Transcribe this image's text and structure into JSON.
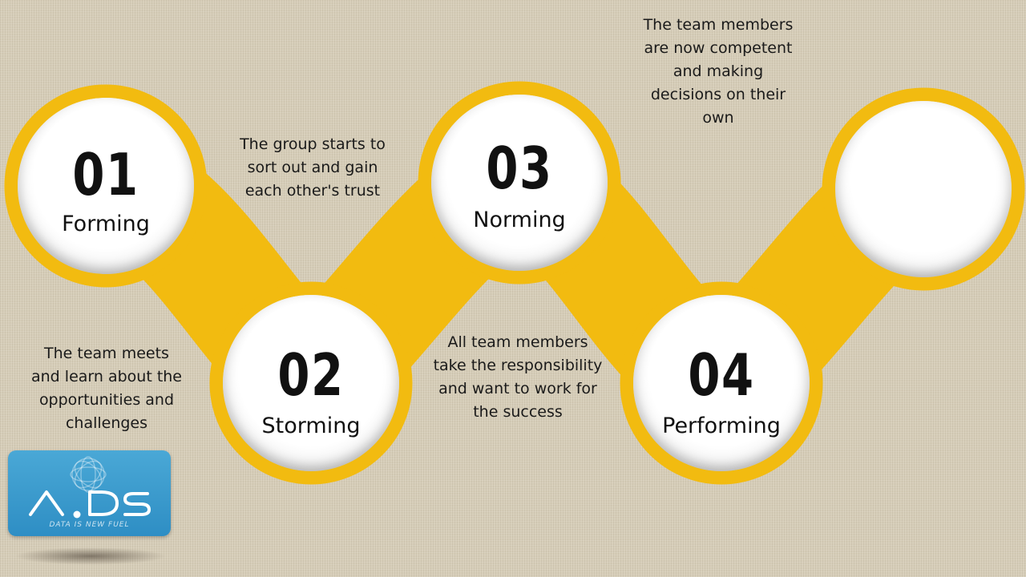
{
  "colors": {
    "connector": "#f2bb10",
    "background": "#d6cdb8",
    "logo": "#3597cc"
  },
  "stages": [
    {
      "number": "01",
      "name": "Forming"
    },
    {
      "number": "02",
      "name": "Storming"
    },
    {
      "number": "03",
      "name": "Norming"
    },
    {
      "number": "04",
      "name": "Performing"
    },
    {
      "number": "",
      "name": ""
    }
  ],
  "descriptions": [
    "The team meets and learn about the opportunities and challenges",
    "The group starts to sort out and gain each other's trust",
    "All team members take the responsibility and want to work for the success",
    "The team members are now competent and making decisions on their own"
  ],
  "logo": {
    "letters": "ADS",
    "tagline": "DATA IS NEW FUEL"
  }
}
